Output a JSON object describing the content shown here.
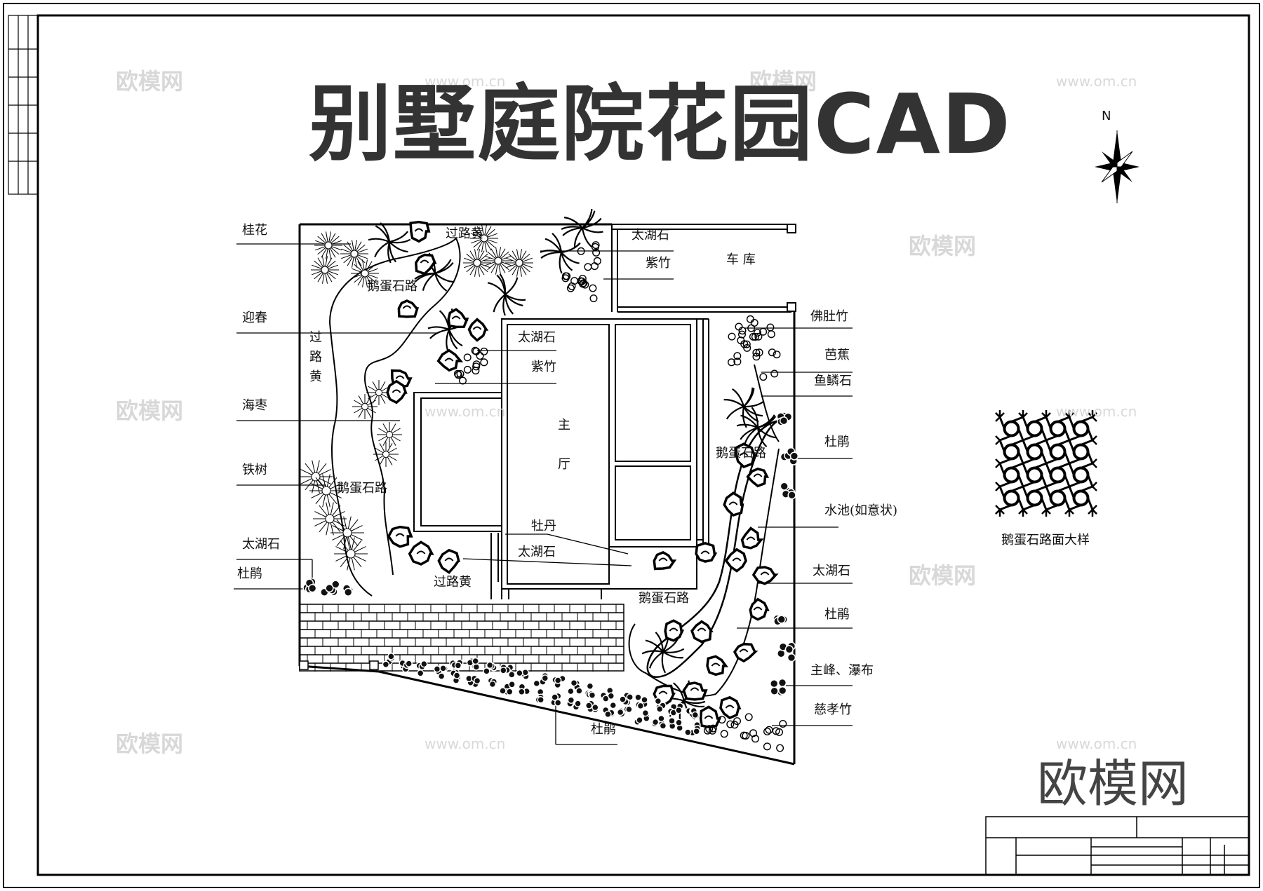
{
  "title": "别墅庭院花园CAD",
  "brand": "欧模网",
  "north": "N",
  "detail_caption": "鹅蛋石路面大样",
  "watermark": {
    "cn": "欧模网",
    "url": "www.om.cn"
  },
  "labels": {
    "guihua": "桂花",
    "yingchun": "迎春",
    "haizao": "海枣",
    "tieshu": "铁树",
    "taihushi_left": "太湖石",
    "dujuan_left": "杜鹃",
    "guoluhuang_top": "过路黄",
    "eluanshilu_top": "鹅蛋石路",
    "eluanshilu_left": "鹅蛋石路",
    "guoluhuang_vertical": "过路黄",
    "taihushi_garage": "太湖石",
    "zizhu_garage": "紫竹",
    "cheku": "车 库",
    "taihushi_hall": "太湖石",
    "zizhu_hall": "紫竹",
    "zhuting_1": "主",
    "zhuting_2": "厅",
    "mudan": "牡丹",
    "taihushi_bottom": "太湖石",
    "guoluhuang_bottom": "过路黄",
    "eluanshilu_bottom": "鹅蛋石路",
    "eluanshilu_right": "鹅蛋石路",
    "foduzhu": "佛肚竹",
    "bajiao": "芭蕉",
    "yulinshi": "鱼鳞石",
    "dujuan_r1": "杜鹃",
    "shuichi": "水池(如意状)",
    "taihushi_right": "太湖石",
    "dujuan_r2": "杜鹃",
    "zhufeng": "主峰、瀑布",
    "cixiaozhu": "慈孝竹",
    "dujuan_bottom": "杜鹃"
  }
}
